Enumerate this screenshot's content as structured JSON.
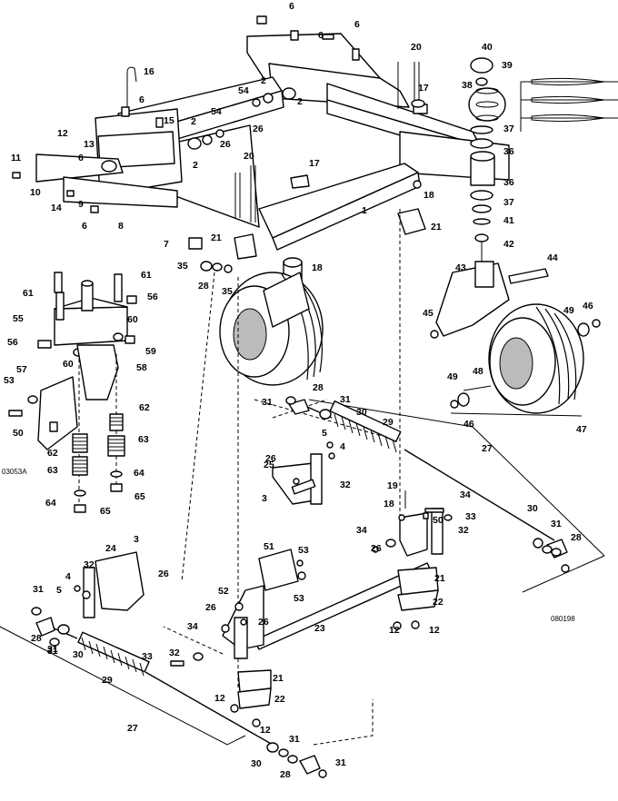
{
  "figure_codes": {
    "left_detail": "03053A",
    "main": "080198"
  },
  "callouts": [
    {
      "id": "c01",
      "text": "6"
    },
    {
      "id": "c02",
      "text": "6"
    },
    {
      "id": "c03",
      "text": "6"
    },
    {
      "id": "c04",
      "text": "20"
    },
    {
      "id": "c05",
      "text": "40"
    },
    {
      "id": "c06",
      "text": "39"
    },
    {
      "id": "c07",
      "text": "16"
    },
    {
      "id": "c08",
      "text": "54"
    },
    {
      "id": "c09",
      "text": "2"
    },
    {
      "id": "c10",
      "text": "2"
    },
    {
      "id": "c11",
      "text": "26"
    },
    {
      "id": "c12",
      "text": "17"
    },
    {
      "id": "c13",
      "text": "38"
    },
    {
      "id": "c14",
      "text": "6"
    },
    {
      "id": "c15",
      "text": "15"
    },
    {
      "id": "c16",
      "text": "2"
    },
    {
      "id": "c17",
      "text": "54"
    },
    {
      "id": "c18",
      "text": "26"
    },
    {
      "id": "c19",
      "text": "37"
    },
    {
      "id": "c20",
      "text": "36"
    },
    {
      "id": "c21",
      "text": "12"
    },
    {
      "id": "c22",
      "text": "13"
    },
    {
      "id": "c23",
      "text": "2"
    },
    {
      "id": "c24",
      "text": "11"
    },
    {
      "id": "c25",
      "text": "6"
    },
    {
      "id": "c26",
      "text": "20"
    },
    {
      "id": "c27",
      "text": "17"
    },
    {
      "id": "c28",
      "text": "36"
    },
    {
      "id": "c29",
      "text": "10"
    },
    {
      "id": "c30",
      "text": "9"
    },
    {
      "id": "c31",
      "text": "14"
    },
    {
      "id": "c32",
      "text": "37"
    },
    {
      "id": "c33",
      "text": "18"
    },
    {
      "id": "c34",
      "text": "1"
    },
    {
      "id": "c35",
      "text": "21"
    },
    {
      "id": "c36",
      "text": "41"
    },
    {
      "id": "c37",
      "text": "6"
    },
    {
      "id": "c38",
      "text": "8"
    },
    {
      "id": "c39",
      "text": "42"
    },
    {
      "id": "c40",
      "text": "7"
    },
    {
      "id": "c41",
      "text": "21"
    },
    {
      "id": "c42",
      "text": "44"
    },
    {
      "id": "c43",
      "text": "43"
    },
    {
      "id": "c44",
      "text": "35"
    },
    {
      "id": "c45",
      "text": "18"
    },
    {
      "id": "c46",
      "text": "61"
    },
    {
      "id": "c47",
      "text": "28"
    },
    {
      "id": "c48",
      "text": "35"
    },
    {
      "id": "c49",
      "text": "61"
    },
    {
      "id": "c50",
      "text": "56"
    },
    {
      "id": "c51",
      "text": "46"
    },
    {
      "id": "c52",
      "text": "49"
    },
    {
      "id": "c53",
      "text": "45"
    },
    {
      "id": "c54",
      "text": "55"
    },
    {
      "id": "c55",
      "text": "60"
    },
    {
      "id": "c56",
      "text": "56"
    },
    {
      "id": "c57",
      "text": "59"
    },
    {
      "id": "c58",
      "text": "60"
    },
    {
      "id": "c59",
      "text": "58"
    },
    {
      "id": "c60",
      "text": "57"
    },
    {
      "id": "c61",
      "text": "53"
    },
    {
      "id": "c62",
      "text": "28"
    },
    {
      "id": "c63",
      "text": "48"
    },
    {
      "id": "c64",
      "text": "31"
    },
    {
      "id": "c65",
      "text": "31"
    },
    {
      "id": "c66",
      "text": "49"
    },
    {
      "id": "c67",
      "text": "62"
    },
    {
      "id": "c68",
      "text": "50"
    },
    {
      "id": "c69",
      "text": "30"
    },
    {
      "id": "c70",
      "text": "29"
    },
    {
      "id": "c71",
      "text": "46"
    },
    {
      "id": "c72",
      "text": "47"
    },
    {
      "id": "c73",
      "text": "62"
    },
    {
      "id": "c74",
      "text": "63"
    },
    {
      "id": "c75",
      "text": "5"
    },
    {
      "id": "c76",
      "text": "4"
    },
    {
      "id": "c77",
      "text": "27"
    },
    {
      "id": "c78",
      "text": "63"
    },
    {
      "id": "c79",
      "text": "26"
    },
    {
      "id": "c80",
      "text": "64"
    },
    {
      "id": "c81",
      "text": "25"
    },
    {
      "id": "c82",
      "text": "32"
    },
    {
      "id": "c83",
      "text": "64"
    },
    {
      "id": "c84",
      "text": "65"
    },
    {
      "id": "c85",
      "text": "3"
    },
    {
      "id": "c86",
      "text": "19"
    },
    {
      "id": "c87",
      "text": "65"
    },
    {
      "id": "c88",
      "text": "18"
    },
    {
      "id": "c89",
      "text": "34"
    },
    {
      "id": "c90",
      "text": "33"
    },
    {
      "id": "c91",
      "text": "50"
    },
    {
      "id": "c92",
      "text": "32"
    },
    {
      "id": "c93",
      "text": "30"
    },
    {
      "id": "c94",
      "text": "31"
    },
    {
      "id": "c95",
      "text": "28"
    },
    {
      "id": "c96",
      "text": "34"
    },
    {
      "id": "c97",
      "text": "26"
    },
    {
      "id": "c98",
      "text": "3"
    },
    {
      "id": "c99",
      "text": "24"
    },
    {
      "id": "c100",
      "text": "32"
    },
    {
      "id": "c101",
      "text": "26"
    },
    {
      "id": "c102",
      "text": "4"
    },
    {
      "id": "c103",
      "text": "51"
    },
    {
      "id": "c104",
      "text": "53"
    },
    {
      "id": "c105",
      "text": "31"
    },
    {
      "id": "c106",
      "text": "5"
    },
    {
      "id": "c107",
      "text": "53"
    },
    {
      "id": "c108",
      "text": "21"
    },
    {
      "id": "c109",
      "text": "52"
    },
    {
      "id": "c110",
      "text": "22"
    },
    {
      "id": "c111",
      "text": "26"
    },
    {
      "id": "c112",
      "text": "31"
    },
    {
      "id": "c113",
      "text": "28"
    },
    {
      "id": "c114",
      "text": "26"
    },
    {
      "id": "c115",
      "text": "12"
    },
    {
      "id": "c116",
      "text": "12"
    },
    {
      "id": "c117",
      "text": "34"
    },
    {
      "id": "c118",
      "text": "23"
    },
    {
      "id": "c119",
      "text": "31"
    },
    {
      "id": "c120",
      "text": "30"
    },
    {
      "id": "c121",
      "text": "32"
    },
    {
      "id": "c122",
      "text": "33"
    },
    {
      "id": "c123",
      "text": "29"
    },
    {
      "id": "c124",
      "text": "21"
    },
    {
      "id": "c125",
      "text": "22"
    },
    {
      "id": "c126",
      "text": "12"
    },
    {
      "id": "c127",
      "text": "12"
    },
    {
      "id": "c128",
      "text": "27"
    },
    {
      "id": "c129",
      "text": "31"
    },
    {
      "id": "c130",
      "text": "30"
    },
    {
      "id": "c131",
      "text": "28"
    },
    {
      "id": "c132",
      "text": "31"
    }
  ]
}
